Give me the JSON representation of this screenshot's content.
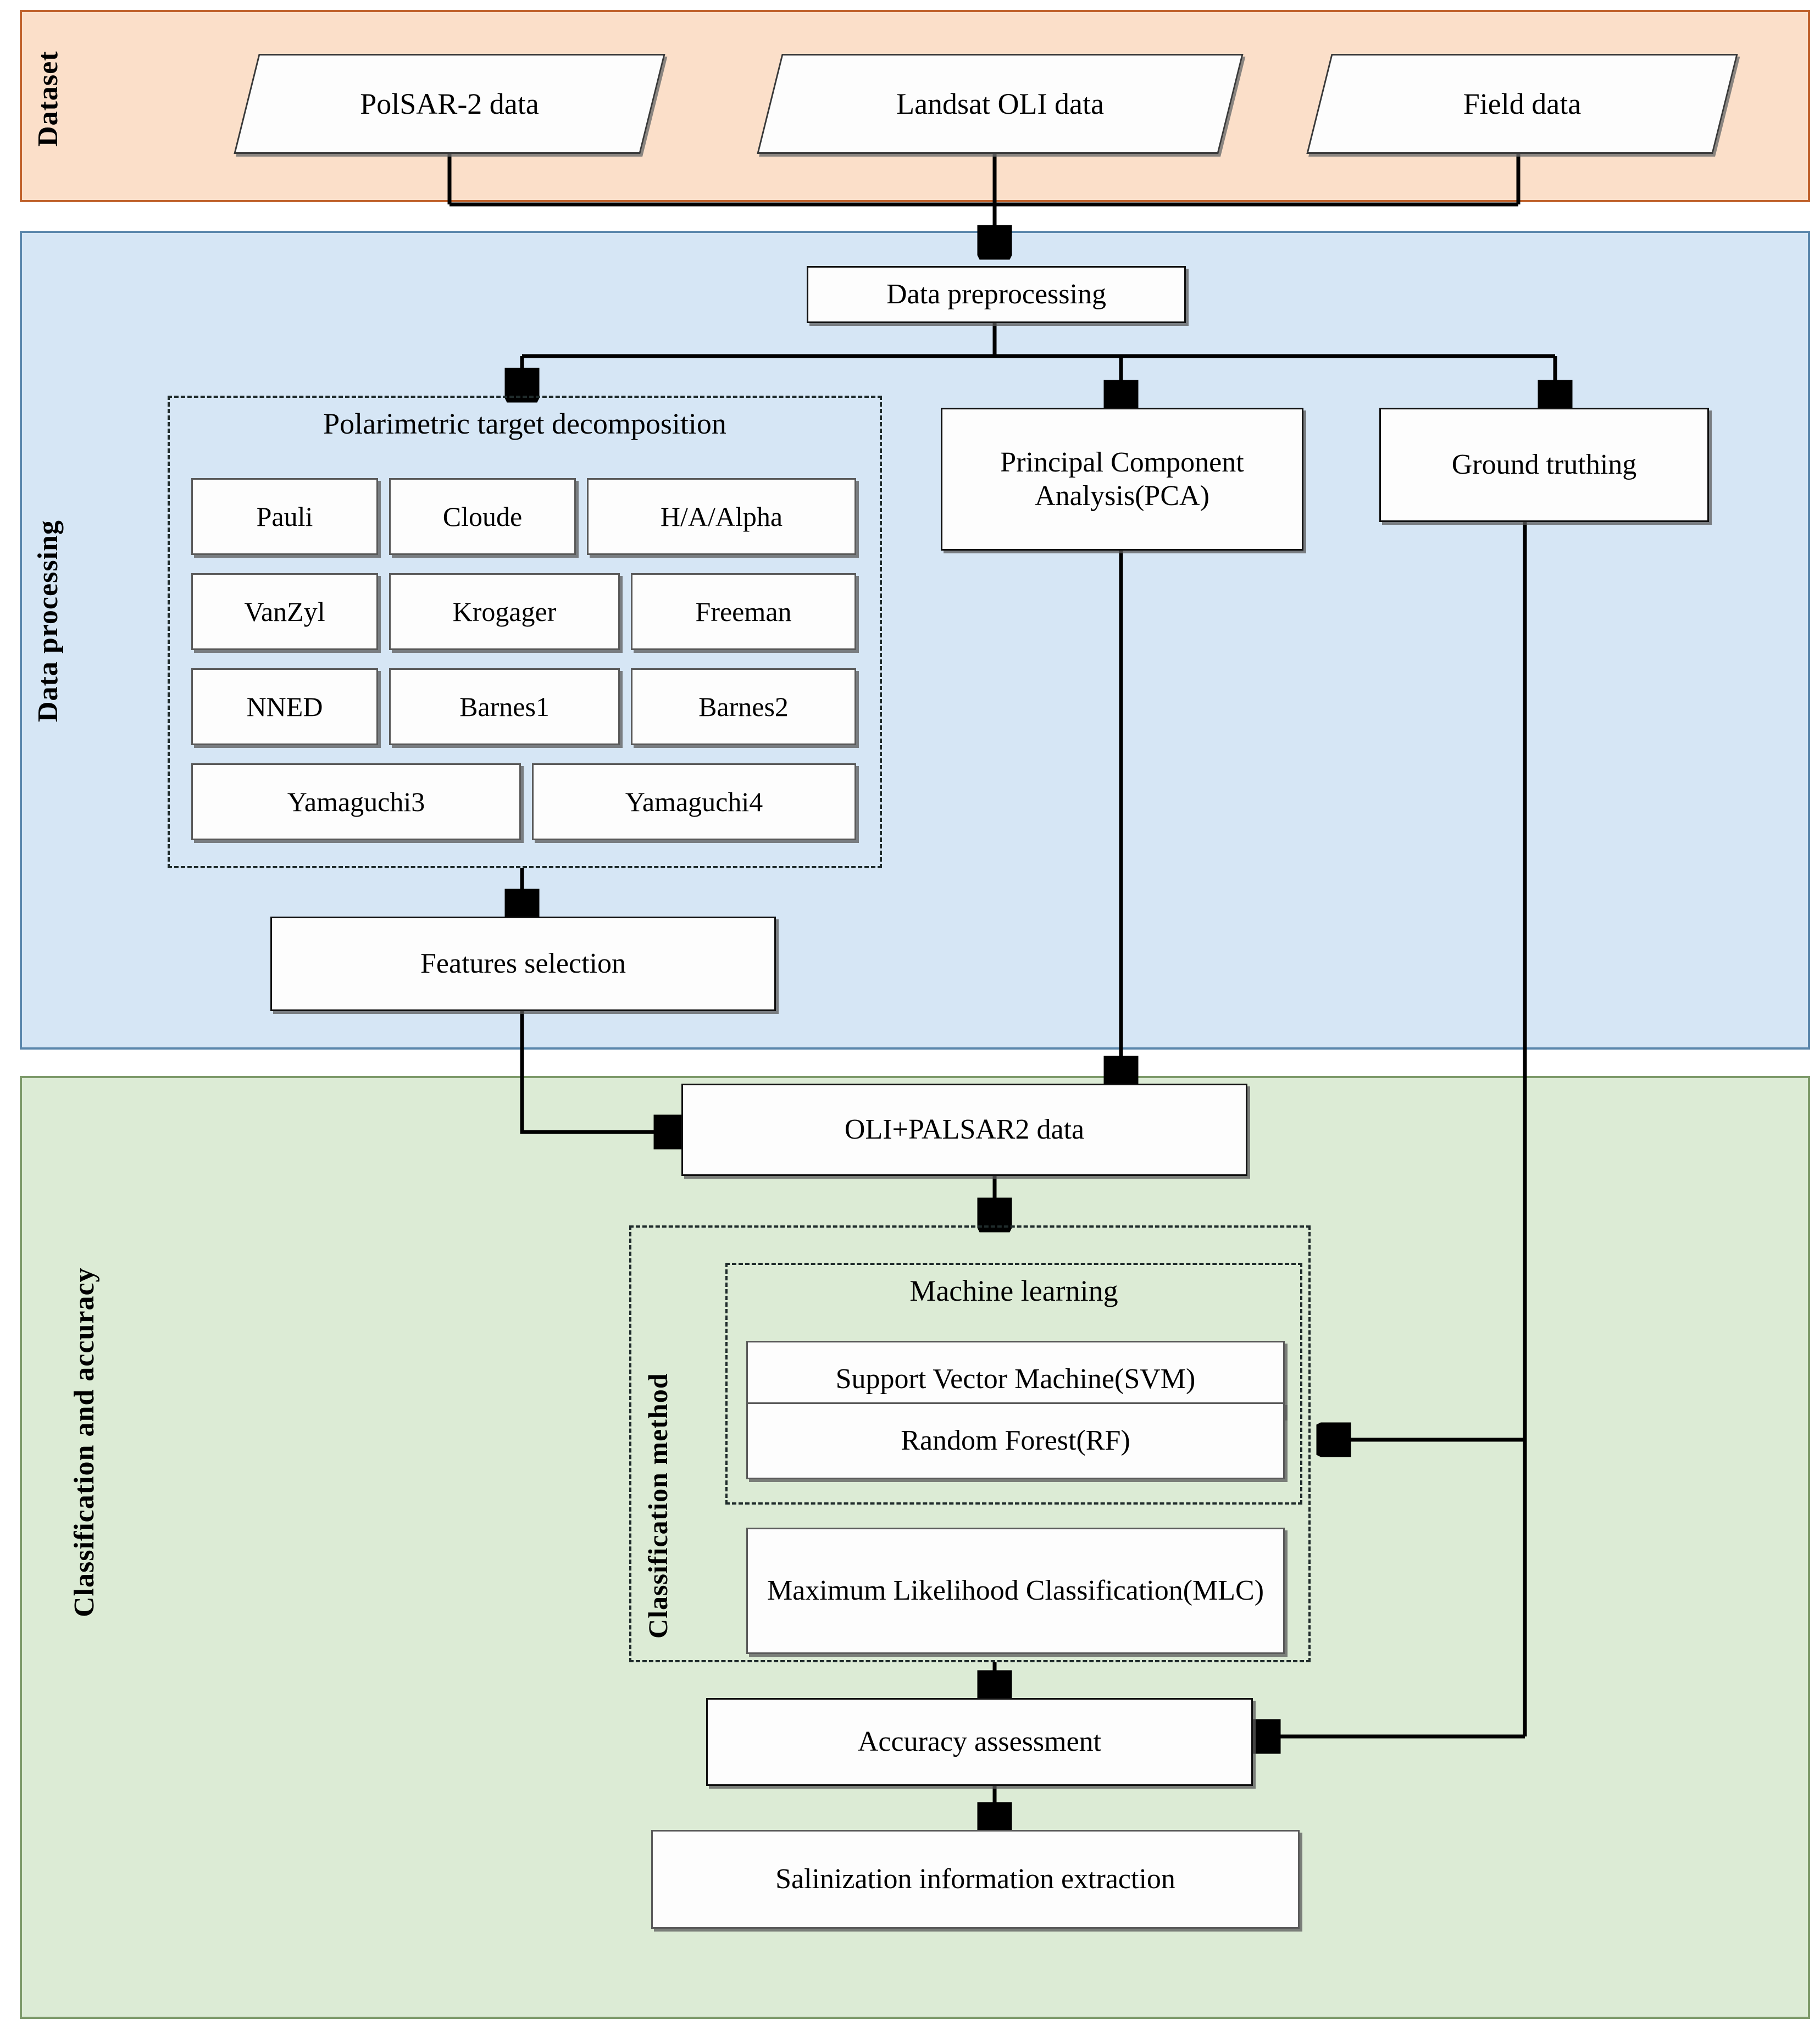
{
  "sections": [
    {
      "id": "dataset",
      "label": "Dataset",
      "color": "#fbdfc9",
      "border": "#c0622c"
    },
    {
      "id": "data_processing",
      "label": "Data processing",
      "color": "#d6e6f5",
      "border": "#5b87ac"
    },
    {
      "id": "classification",
      "label": "Classification and accuracy",
      "color": "#dcebd5",
      "border": "#7d9a6a"
    }
  ],
  "dataset": {
    "sources": [
      {
        "label": "PolSAR-2 data"
      },
      {
        "label": "Landsat OLI data"
      },
      {
        "label": "Field data"
      }
    ]
  },
  "data_processing": {
    "preprocessing": "Data preprocessing",
    "decomposition_group": {
      "title": "Polarimetric target decomposition",
      "methods": [
        "Pauli",
        "Cloude",
        "H/A/Alpha",
        "VanZyl",
        "Krogager",
        "Freeman",
        "NNED",
        "Barnes1",
        "Barnes2",
        "Yamaguchi3",
        "Yamaguchi4"
      ]
    },
    "pca": "Principal Component Analysis(PCA)",
    "ground_truthing": "Ground truthing",
    "features_selection": "Features selection"
  },
  "classification": {
    "fused_data": "OLI+PALSAR2 data",
    "method_group_title": "Classification method",
    "machine_learning_title": "Machine learning",
    "machine_learning_methods": [
      "Support Vector Machine(SVM)",
      "Random Forest(RF)"
    ],
    "other_method": "Maximum Likelihood Classification(MLC)",
    "accuracy": "Accuracy assessment",
    "output": "Salinization information extraction"
  },
  "chart_data": {
    "type": "diagram",
    "title": "Methodology flowchart for salinization information extraction",
    "nodes": [
      {
        "id": "polsar",
        "label": "PolSAR-2 data",
        "shape": "parallelogram",
        "section": "Dataset"
      },
      {
        "id": "landsat",
        "label": "Landsat OLI data",
        "shape": "parallelogram",
        "section": "Dataset"
      },
      {
        "id": "field",
        "label": "Field data",
        "shape": "parallelogram",
        "section": "Dataset"
      },
      {
        "id": "prep",
        "label": "Data preprocessing",
        "shape": "rect",
        "section": "Data processing"
      },
      {
        "id": "ptd",
        "label": "Polarimetric target decomposition",
        "shape": "dashed-group",
        "section": "Data processing"
      },
      {
        "id": "pca",
        "label": "Principal Component Analysis(PCA)",
        "shape": "rect",
        "section": "Data processing"
      },
      {
        "id": "gt",
        "label": "Ground truthing",
        "shape": "rect",
        "section": "Data processing"
      },
      {
        "id": "fs",
        "label": "Features selection",
        "shape": "rect",
        "section": "Data processing"
      },
      {
        "id": "fused",
        "label": "OLI+PALSAR2 data",
        "shape": "rect",
        "section": "Classification and accuracy"
      },
      {
        "id": "ml",
        "label": "Machine learning",
        "shape": "dashed-group",
        "section": "Classification and accuracy"
      },
      {
        "id": "svm",
        "label": "Support Vector Machine(SVM)",
        "shape": "rect",
        "section": "Classification and accuracy"
      },
      {
        "id": "rf",
        "label": "Random Forest(RF)",
        "shape": "rect",
        "section": "Classification and accuracy"
      },
      {
        "id": "mlc",
        "label": "Maximum Likelihood Classification(MLC)",
        "shape": "rect",
        "section": "Classification and accuracy"
      },
      {
        "id": "acc",
        "label": "Accuracy assessment",
        "shape": "rect",
        "section": "Classification and accuracy"
      },
      {
        "id": "out",
        "label": "Salinization information extraction",
        "shape": "rect",
        "section": "Classification and accuracy"
      }
    ],
    "edges": [
      {
        "from": "polsar",
        "to": "prep"
      },
      {
        "from": "landsat",
        "to": "prep"
      },
      {
        "from": "field",
        "to": "prep"
      },
      {
        "from": "prep",
        "to": "ptd"
      },
      {
        "from": "prep",
        "to": "pca"
      },
      {
        "from": "prep",
        "to": "gt"
      },
      {
        "from": "ptd",
        "to": "fs"
      },
      {
        "from": "fs",
        "to": "fused"
      },
      {
        "from": "pca",
        "to": "fused"
      },
      {
        "from": "fused",
        "to": "ml"
      },
      {
        "from": "gt",
        "to": "rf"
      },
      {
        "from": "gt",
        "to": "acc"
      },
      {
        "from": "mlc",
        "to": "acc"
      },
      {
        "from": "acc",
        "to": "out"
      }
    ]
  }
}
